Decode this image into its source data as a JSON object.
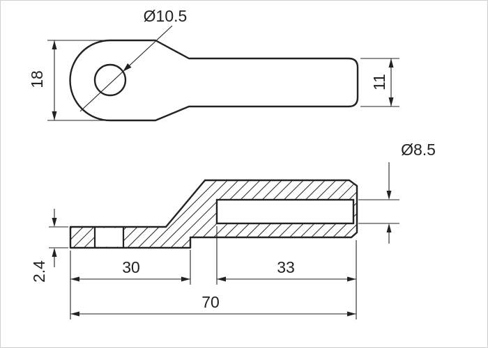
{
  "drawing": {
    "top_view": {
      "hole_diameter": "Ø10.5",
      "eyelet_height": "18",
      "shank_height": "11"
    },
    "section_view": {
      "bore_diameter": "Ø8.5",
      "tab_thickness": "2.4",
      "tab_length": "30",
      "bore_depth": "33",
      "overall_length": "70"
    },
    "colors": {
      "line": "#222222",
      "background": "#ffffff",
      "border": "#cfcfcf"
    }
  }
}
